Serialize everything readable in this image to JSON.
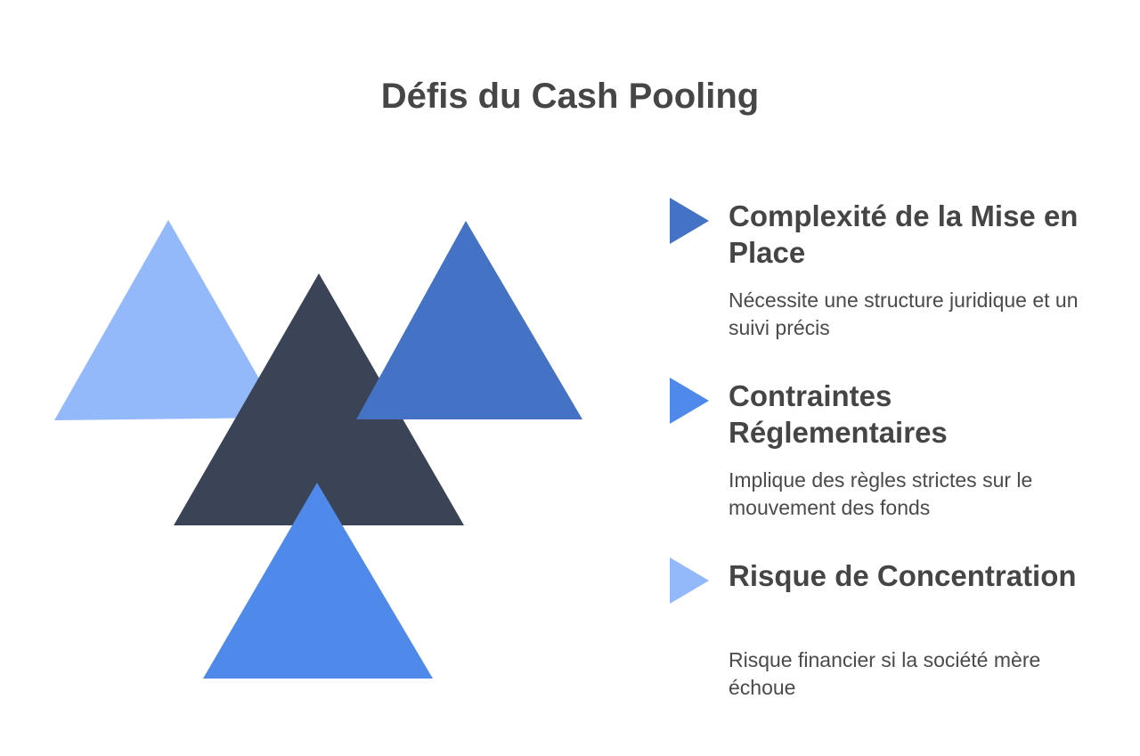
{
  "title": "Défis du Cash Pooling",
  "colors": {
    "light_blue": "#94b9fb",
    "dark_navy": "#3a4456",
    "medium_blue": "#4472c4",
    "bright_blue": "#4f8aeb"
  },
  "items": [
    {
      "title": "Complexité de la Mise en Place",
      "description": "Nécessite une structure juridique et un suivi précis",
      "marker_color": "#4472c4"
    },
    {
      "title": "Contraintes Réglementaires",
      "description": "Implique des règles strictes sur le mouvement des fonds",
      "marker_color": "#4f8aeb"
    },
    {
      "title": "Risque de Concentration",
      "description": "Risque financier si la société mère échoue",
      "marker_color": "#94b9fb"
    }
  ]
}
